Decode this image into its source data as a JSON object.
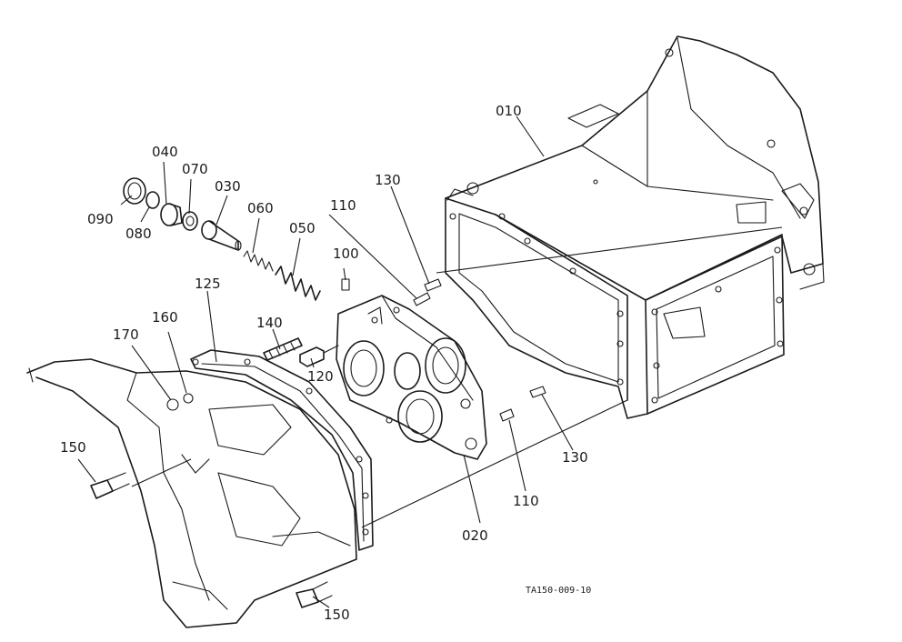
{
  "callouts": {
    "c010": "010",
    "c020": "020",
    "c030": "030",
    "c040": "040",
    "c050": "050",
    "c060": "060",
    "c070": "070",
    "c080": "080",
    "c090": "090",
    "c100": "100",
    "c110a": "110",
    "c110b": "110",
    "c120": "120",
    "c125": "125",
    "c130a": "130",
    "c130b": "130",
    "c140": "140",
    "c150a": "150",
    "c150b": "150",
    "c160": "160",
    "c170": "170"
  },
  "figure_code": "TA150-009-10"
}
